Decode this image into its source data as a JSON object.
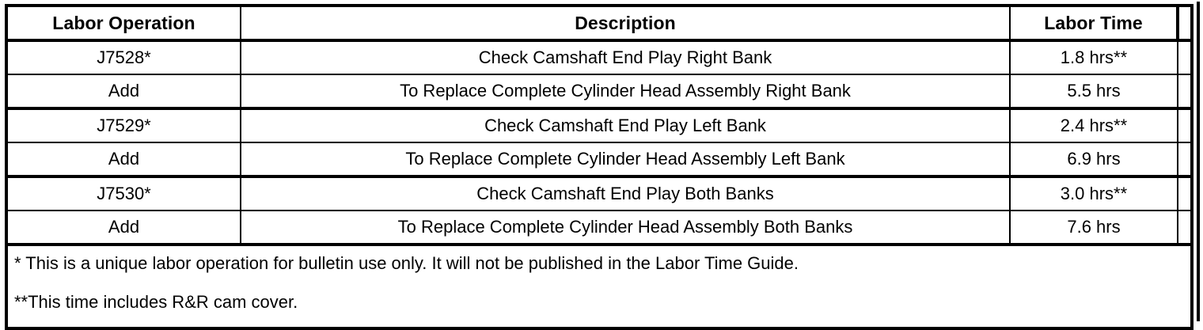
{
  "table": {
    "columns": [
      {
        "key": "labor_operation",
        "header": "Labor Operation"
      },
      {
        "key": "description",
        "header": "Description"
      },
      {
        "key": "labor_time",
        "header": "Labor Time"
      },
      {
        "key": "spacer",
        "header": ""
      }
    ],
    "rows": [
      {
        "labor_operation": "J7528*",
        "description": "Check Camshaft End Play Right Bank",
        "labor_time": "1.8 hrs**"
      },
      {
        "labor_operation": "Add",
        "description": "To Replace Complete Cylinder Head Assembly Right Bank",
        "labor_time": "5.5 hrs"
      },
      {
        "labor_operation": "J7529*",
        "description": "Check Camshaft End Play Left Bank",
        "labor_time": "2.4 hrs**"
      },
      {
        "labor_operation": "Add",
        "description": "To Replace Complete Cylinder Head Assembly Left Bank",
        "labor_time": "6.9 hrs"
      },
      {
        "labor_operation": "J7530*",
        "description": "Check Camshaft End Play Both Banks",
        "labor_time": "3.0 hrs**"
      },
      {
        "labor_operation": "Add",
        "description": "To Replace Complete Cylinder Head Assembly Both Banks",
        "labor_time": "7.6 hrs"
      }
    ],
    "footnotes": [
      "* This is a unique labor operation for bulletin use only. It will not be published in the Labor Time Guide.",
      "**This time includes R&R cam cover."
    ]
  },
  "colors": {
    "border": "#000000",
    "text": "#000000",
    "background": "#ffffff"
  }
}
